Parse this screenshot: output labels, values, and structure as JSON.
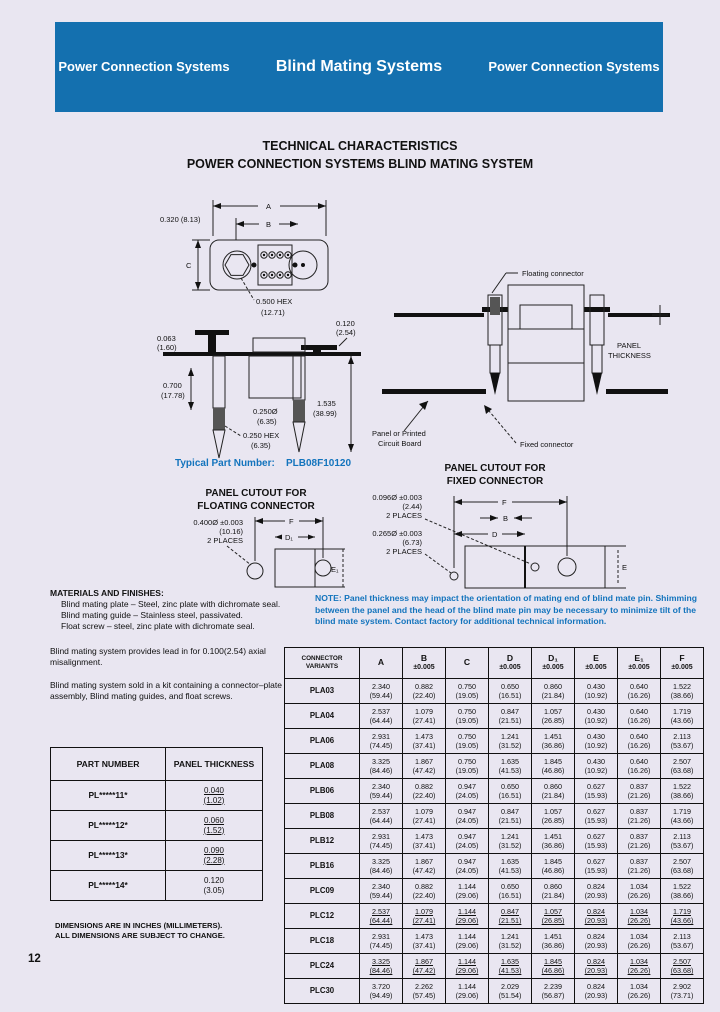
{
  "page": {
    "number": "12",
    "background": "#e9e6f1",
    "header_blue": "#1470af",
    "text_blue": "#1374bd"
  },
  "header": {
    "left": "Power Connection Systems",
    "center": "Blind Mating Systems",
    "right": "Power Connection Systems"
  },
  "title": {
    "line1": "TECHNICAL CHARACTERISTICS",
    "line2": "POWER CONNECTION SYSTEMS BLIND MATING SYSTEM"
  },
  "typical_part": {
    "label": "Typical Part Number:",
    "value": "PLB08F10120"
  },
  "front_view": {
    "dim_a": "A",
    "dim_b": "B",
    "dim_c": "C",
    "offset": "0.320 (8.13)",
    "hex": "0.500 HEX",
    "hex_mm": "(12.71)"
  },
  "side_view": {
    "t1": "0.063",
    "t1mm": "(1.60)",
    "t2": "0.120",
    "t2mm": "(2.54)",
    "t3": "0.700",
    "t3mm": "(17.78)",
    "t4": "0.250Ø",
    "t4mm": "(6.35)",
    "t5": "1.535",
    "t5mm": "(38.99)",
    "t6": "0.250 HEX",
    "t6mm": "(6.35)"
  },
  "mated_view": {
    "floating": "Floating connector",
    "fixed": "Fixed connector",
    "panel1": "PANEL",
    "panel2": "THICKNESS",
    "pcb1": "Panel or Printed",
    "pcb2": "Circuit Board"
  },
  "cutout_floating": {
    "title1": "PANEL CUTOUT FOR",
    "title2": "FLOATING CONNECTOR",
    "hole": "0.400Ø ±0.003",
    "hole_mm": "(10.16)",
    "places": "2 PLACES",
    "dim_f": "F",
    "dim_d1": "D₁",
    "dim_e1": "E₁"
  },
  "cutout_fixed": {
    "title1": "PANEL CUTOUT FOR",
    "title2": "FIXED CONNECTOR",
    "hole1": "0.096Ø ±0.003",
    "hole1_mm": "(2.44)",
    "hole1_places": "2 PLACES",
    "hole2": "0.265Ø ±0.003",
    "hole2_mm": "(6.73)",
    "hole2_places": "2 PLACES",
    "dim_f": "F",
    "dim_b": "B",
    "dim_d": "D",
    "dim_e": "E"
  },
  "materials": {
    "heading": "MATERIALS AND FINISHES:",
    "items": [
      "Blind mating plate – Steel, zinc plate with dichromate seal.",
      "Blind mating guide – Stainless steel, passivated.",
      "Float screw – steel, zinc plate with dichromate seal."
    ]
  },
  "paragraphs": {
    "lead_in": "Blind mating system provides lead in for 0.100(2.54) axial misalignment.",
    "kit": "Blind mating system sold in a kit containing a connector–plate assembly, Blind mating guides, and float screws."
  },
  "note": {
    "text": "NOTE:  Panel thickness may impact the orientation of mating end of blind mate pin. Shimming between the panel and the head of the blind mate pin may be necessary to minimize tilt of the blind mate system.  Contact factory for additional technical information."
  },
  "panel_table": {
    "headers": [
      "PART NUMBER",
      "PANEL THICKNESS"
    ],
    "rows": [
      {
        "part_number": "PL*****11*",
        "inch": "0.040",
        "mm": "(1.02)",
        "underline": true
      },
      {
        "part_number": "PL*****12*",
        "inch": "0.060",
        "mm": "(1.52)",
        "underline": true
      },
      {
        "part_number": "PL*****13*",
        "inch": "0.090",
        "mm": "(2.28)",
        "underline": true
      },
      {
        "part_number": "PL*****14*",
        "inch": "0.120",
        "mm": "(3.05)",
        "underline": false
      }
    ]
  },
  "main_table": {
    "corner_line1": "CONNECTOR",
    "corner_line2": "VARIANTS",
    "columns": [
      {
        "letter": "A",
        "tol": ""
      },
      {
        "letter": "B",
        "tol": "±0.005"
      },
      {
        "letter": "C",
        "tol": ""
      },
      {
        "letter": "D",
        "tol": "±0.005"
      },
      {
        "letter": "D₁",
        "tol": "±0.005"
      },
      {
        "letter": "E",
        "tol": "±0.005"
      },
      {
        "letter": "E₁",
        "tol": "±0.005"
      },
      {
        "letter": "F",
        "tol": "±0.005"
      }
    ],
    "rows": [
      {
        "variant": "PLA03",
        "underline": false,
        "cells": [
          [
            "2.340",
            "(59.44)"
          ],
          [
            "0.882",
            "(22.40)"
          ],
          [
            "0.750",
            "(19.05)"
          ],
          [
            "0.650",
            "(16.51)"
          ],
          [
            "0.860",
            "(21.84)"
          ],
          [
            "0.430",
            "(10.92)"
          ],
          [
            "0.640",
            "(16.26)"
          ],
          [
            "1.522",
            "(38.66)"
          ]
        ]
      },
      {
        "variant": "PLA04",
        "underline": false,
        "cells": [
          [
            "2.537",
            "(64.44)"
          ],
          [
            "1.079",
            "(27.41)"
          ],
          [
            "0.750",
            "(19.05)"
          ],
          [
            "0.847",
            "(21.51)"
          ],
          [
            "1.057",
            "(26.85)"
          ],
          [
            "0.430",
            "(10.92)"
          ],
          [
            "0.640",
            "(16.26)"
          ],
          [
            "1.719",
            "(43.66)"
          ]
        ]
      },
      {
        "variant": "PLA06",
        "underline": false,
        "cells": [
          [
            "2.931",
            "(74.45)"
          ],
          [
            "1.473",
            "(37.41)"
          ],
          [
            "0.750",
            "(19.05)"
          ],
          [
            "1.241",
            "(31.52)"
          ],
          [
            "1.451",
            "(36.86)"
          ],
          [
            "0.430",
            "(10.92)"
          ],
          [
            "0.640",
            "(16.26)"
          ],
          [
            "2.113",
            "(53.67)"
          ]
        ]
      },
      {
        "variant": "PLA08",
        "underline": false,
        "cells": [
          [
            "3.325",
            "(84.46)"
          ],
          [
            "1.867",
            "(47.42)"
          ],
          [
            "0.750",
            "(19.05)"
          ],
          [
            "1.635",
            "(41.53)"
          ],
          [
            "1.845",
            "(46.86)"
          ],
          [
            "0.430",
            "(10.92)"
          ],
          [
            "0.640",
            "(16.26)"
          ],
          [
            "2.507",
            "(63.68)"
          ]
        ]
      },
      {
        "variant": "PLB06",
        "underline": false,
        "cells": [
          [
            "2.340",
            "(59.44)"
          ],
          [
            "0.882",
            "(22.40)"
          ],
          [
            "0.947",
            "(24.05)"
          ],
          [
            "0.650",
            "(16.51)"
          ],
          [
            "0.860",
            "(21.84)"
          ],
          [
            "0.627",
            "(15.93)"
          ],
          [
            "0.837",
            "(21.26)"
          ],
          [
            "1.522",
            "(38.66)"
          ]
        ]
      },
      {
        "variant": "PLB08",
        "underline": false,
        "cells": [
          [
            "2.537",
            "(64.44)"
          ],
          [
            "1.079",
            "(27.41)"
          ],
          [
            "0.947",
            "(24.05)"
          ],
          [
            "0.847",
            "(21.51)"
          ],
          [
            "1.057",
            "(26.85)"
          ],
          [
            "0.627",
            "(15.93)"
          ],
          [
            "0.837",
            "(21.26)"
          ],
          [
            "1.719",
            "(43.66)"
          ]
        ]
      },
      {
        "variant": "PLB12",
        "underline": false,
        "cells": [
          [
            "2.931",
            "(74.45)"
          ],
          [
            "1.473",
            "(37.41)"
          ],
          [
            "0.947",
            "(24.05)"
          ],
          [
            "1.241",
            "(31.52)"
          ],
          [
            "1.451",
            "(36.86)"
          ],
          [
            "0.627",
            "(15.93)"
          ],
          [
            "0.837",
            "(21.26)"
          ],
          [
            "2.113",
            "(53.67)"
          ]
        ]
      },
      {
        "variant": "PLB16",
        "underline": false,
        "cells": [
          [
            "3.325",
            "(84.46)"
          ],
          [
            "1.867",
            "(47.42)"
          ],
          [
            "0.947",
            "(24.05)"
          ],
          [
            "1.635",
            "(41.53)"
          ],
          [
            "1.845",
            "(46.86)"
          ],
          [
            "0.627",
            "(15.93)"
          ],
          [
            "0.837",
            "(21.26)"
          ],
          [
            "2.507",
            "(63.68)"
          ]
        ]
      },
      {
        "variant": "PLC09",
        "underline": false,
        "cells": [
          [
            "2.340",
            "(59.44)"
          ],
          [
            "0.882",
            "(22.40)"
          ],
          [
            "1.144",
            "(29.06)"
          ],
          [
            "0.650",
            "(16.51)"
          ],
          [
            "0.860",
            "(21.84)"
          ],
          [
            "0.824",
            "(20.93)"
          ],
          [
            "1.034",
            "(26.26)"
          ],
          [
            "1.522",
            "(38.66)"
          ]
        ]
      },
      {
        "variant": "PLC12",
        "underline": true,
        "cells": [
          [
            "2.537",
            "(64.44)"
          ],
          [
            "1.079",
            "(27.41)"
          ],
          [
            "1.144",
            "(29.06)"
          ],
          [
            "0.847",
            "(21.51)"
          ],
          [
            "1.057",
            "(26.85)"
          ],
          [
            "0.824",
            "(20.93)"
          ],
          [
            "1.034",
            "(26.26)"
          ],
          [
            "1.719",
            "(43.66)"
          ]
        ]
      },
      {
        "variant": "PLC18",
        "underline": false,
        "cells": [
          [
            "2.931",
            "(74.45)"
          ],
          [
            "1.473",
            "(37.41)"
          ],
          [
            "1.144",
            "(29.06)"
          ],
          [
            "1.241",
            "(31.52)"
          ],
          [
            "1.451",
            "(36.86)"
          ],
          [
            "0.824",
            "(20.93)"
          ],
          [
            "1.034",
            "(26.26)"
          ],
          [
            "2.113",
            "(53.67)"
          ]
        ]
      },
      {
        "variant": "PLC24",
        "underline": true,
        "cells": [
          [
            "3.325",
            "(84.46)"
          ],
          [
            "1.867",
            "(47.42)"
          ],
          [
            "1.144",
            "(29.06)"
          ],
          [
            "1.635",
            "(41.53)"
          ],
          [
            "1.845",
            "(46.86)"
          ],
          [
            "0.824",
            "(20.93)"
          ],
          [
            "1.034",
            "(26.26)"
          ],
          [
            "2.507",
            "(63.68)"
          ]
        ]
      },
      {
        "variant": "PLC30",
        "underline": false,
        "cells": [
          [
            "3.720",
            "(94.49)"
          ],
          [
            "2.262",
            "(57.45)"
          ],
          [
            "1.144",
            "(29.06)"
          ],
          [
            "2.029",
            "(51.54)"
          ],
          [
            "2.239",
            "(56.87)"
          ],
          [
            "0.824",
            "(20.93)"
          ],
          [
            "1.034",
            "(26.26)"
          ],
          [
            "2.902",
            "(73.71)"
          ]
        ]
      }
    ]
  },
  "footnote": {
    "line1": "DIMENSIONS ARE IN INCHES (MILLIMETERS).",
    "line2": "ALL DIMENSIONS ARE SUBJECT TO CHANGE."
  }
}
